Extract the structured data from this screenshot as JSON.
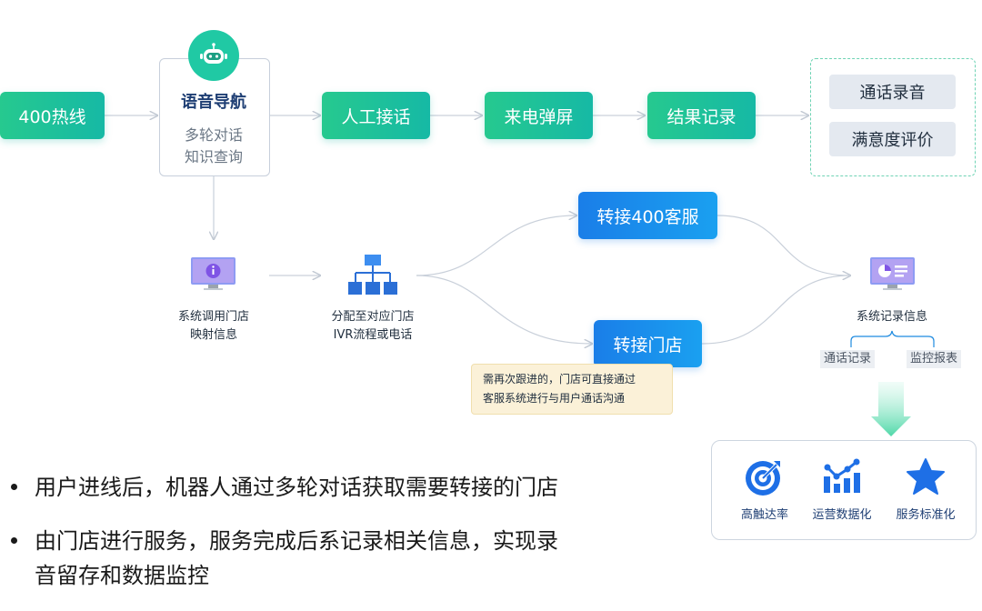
{
  "flow": {
    "hotline": "400热线",
    "navigation": {
      "title": "语音导航",
      "line1": "多轮对话",
      "line2": "知识查询"
    },
    "manual": "人工接话",
    "popup": "来电弹屏",
    "record": "结果记录",
    "outputs": [
      "通话录音",
      "满意度评价"
    ]
  },
  "branch": {
    "lookup": {
      "line1": "系统调用门店",
      "line2": "映射信息"
    },
    "dispatch": {
      "line1": "分配至对应门店",
      "line2": "IVR流程或电话"
    },
    "to_400": "转接400客服",
    "to_store": "转接门店",
    "note": {
      "line1": "需再次跟进的，门店可直接通过",
      "line2": "客服系统进行与用户通话沟通"
    },
    "system_record": "系统记录信息",
    "tags": [
      "通话记录",
      "监控报表"
    ]
  },
  "results": [
    {
      "label": "高触达率",
      "icon": "target-icon"
    },
    {
      "label": "运营数据化",
      "icon": "data-chart-icon"
    },
    {
      "label": "服务标准化",
      "icon": "star-icon"
    }
  ],
  "bullets": [
    "用户进线后，机器人通过多轮对话获取需要转接的门店",
    "由门店进行服务，服务完成后系记录相关信息，实现录",
    "音留存和数据监控"
  ],
  "colors": {
    "green": "#20c9a4",
    "blue": "#1a7ee8",
    "navy": "#1f3f74"
  }
}
